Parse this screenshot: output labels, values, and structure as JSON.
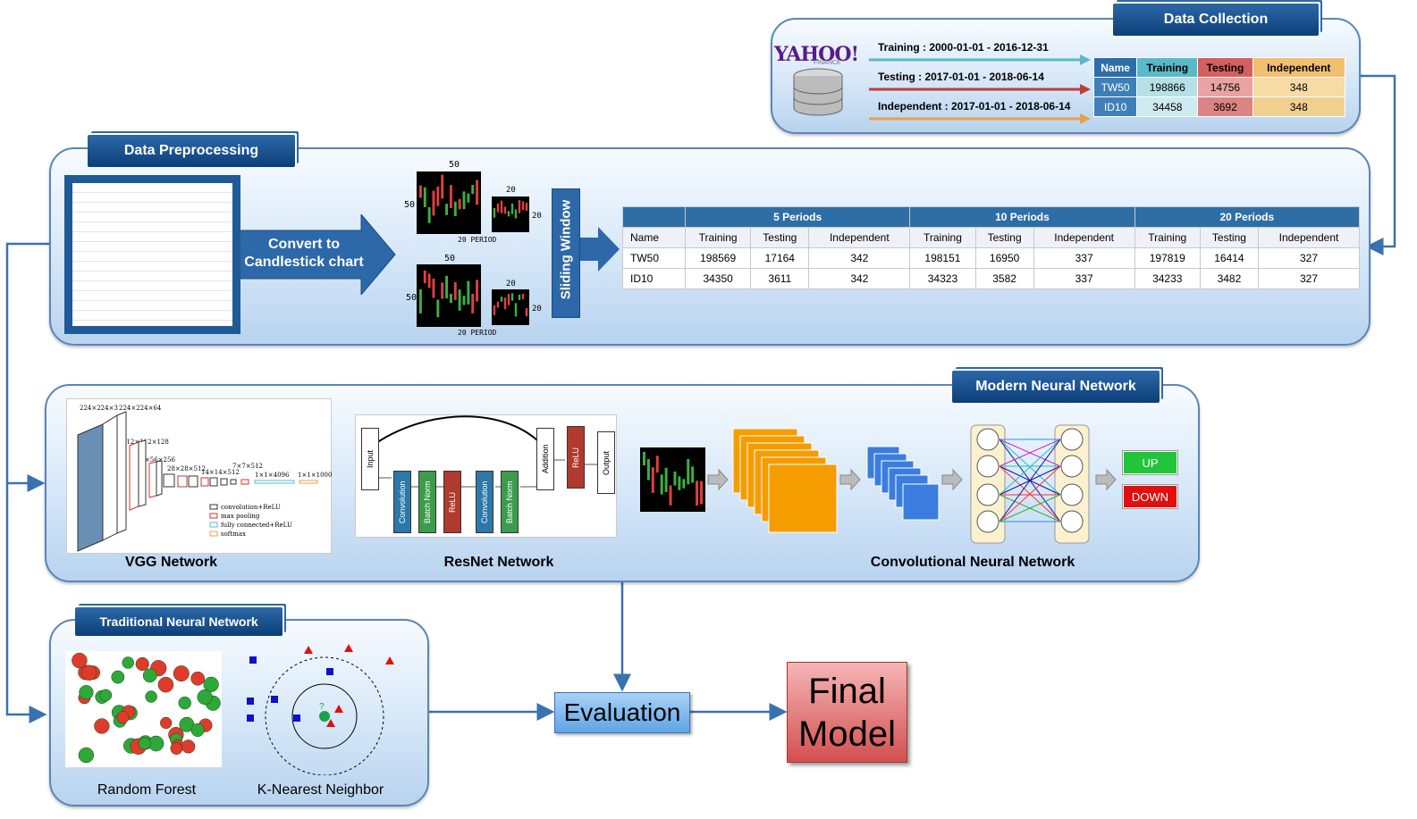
{
  "data_collection": {
    "title": "Data Collection",
    "yahoo": "YAHOO!",
    "finance": "FINANCE",
    "training": "Training : 2000-01-01 - 2016-12-31",
    "testing": "Testing : 2017-01-01 - 2018-06-14",
    "independent": "Independent : 2017-01-01 - 2018-06-14",
    "headers": [
      "Name",
      "Training",
      "Testing",
      "Independent"
    ],
    "rows": [
      [
        "TW50",
        "198866",
        "14756",
        "348"
      ],
      [
        "ID10",
        "34458",
        "3692",
        "348"
      ]
    ]
  },
  "preprocessing": {
    "title": "Data Preprocessing",
    "convert": "Convert to Candlestick chart",
    "sliding": "Sliding Window",
    "chart_top_label": "50",
    "chart_left_label": "50",
    "small_top": "20",
    "small_right": "20",
    "period": "20 PERIOD",
    "groups": [
      "5 Periods",
      "10 Periods",
      "20 Periods"
    ],
    "subheaders": [
      "Name",
      "Training",
      "Testing",
      "Independent",
      "Training",
      "Testing",
      "Independent",
      "Training",
      "Testing",
      "Independent"
    ],
    "rows": [
      [
        "TW50",
        "198569",
        "17164",
        "342",
        "198151",
        "16950",
        "337",
        "197819",
        "16414",
        "327"
      ],
      [
        "ID10",
        "34350",
        "3611",
        "342",
        "34323",
        "3582",
        "337",
        "34233",
        "3482",
        "327"
      ]
    ]
  },
  "modern": {
    "title": "Modern Neural Network",
    "vgg": "VGG Network",
    "resnet": "ResNet Network",
    "cnn": "Convolutional Neural Network",
    "vgg_dims": [
      "224×224×3",
      "224×224×64",
      "112×112×128",
      "56×56×256",
      "28×28×512",
      "14×14×512",
      "7×7×512",
      "1×1×4096",
      "1×1×1000"
    ],
    "vgg_legend": [
      "convolution+ReLU",
      "max pooling",
      "fully connected+ReLU",
      "softmax"
    ],
    "resnet_blocks": [
      "Input",
      "Convolution",
      "Batch Norm",
      "ReLU",
      "Convolution",
      "Batch Norm",
      "Addition",
      "ReLU",
      "Output"
    ],
    "up": "UP",
    "down": "DOWN"
  },
  "traditional": {
    "title": "Traditional Neural Network",
    "rf": "Random Forest",
    "knn": "K-Nearest Neighbor",
    "q": "?"
  },
  "evaluation": "Evaluation",
  "final": "Final Model",
  "colors": {
    "tab": "#0c3f78",
    "panel": "#d6e7f8",
    "arrow": "#3a72b0",
    "final": "#d04a4a"
  }
}
